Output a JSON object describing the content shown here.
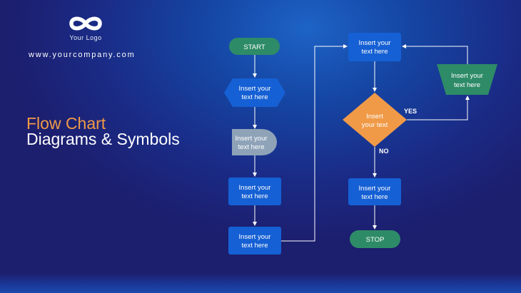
{
  "brand": {
    "logo_text": "Your Logo",
    "website": "www.yourcompany.com"
  },
  "title": {
    "line1": "Flow Chart",
    "line2": "Diagrams & Symbols"
  },
  "colors": {
    "process_blue": "#1560d4",
    "terminator_green": "#2e8b67",
    "decision_orange": "#f09a48",
    "document_gray": "#8fa3b8",
    "title_orange": "#f29a46"
  },
  "nodes": {
    "start": {
      "line1": "START"
    },
    "prep": {
      "line1": "Insert your",
      "line2": "text here"
    },
    "doc": {
      "line1": "Insert your",
      "line2": "text here"
    },
    "proc1": {
      "line1": "Insert your",
      "line2": "text here"
    },
    "proc2": {
      "line1": "Insert your",
      "line2": "text here"
    },
    "proc3": {
      "line1": "Insert your",
      "line2": "text here"
    },
    "decision": {
      "line1": "Insert",
      "line2": "your text"
    },
    "proc4": {
      "line1": "Insert your",
      "line2": "text here"
    },
    "manual": {
      "line1": "Insert your",
      "line2": "text here"
    },
    "stop": {
      "line1": "STOP"
    }
  },
  "branches": {
    "yes": "YES",
    "no": "NO"
  }
}
